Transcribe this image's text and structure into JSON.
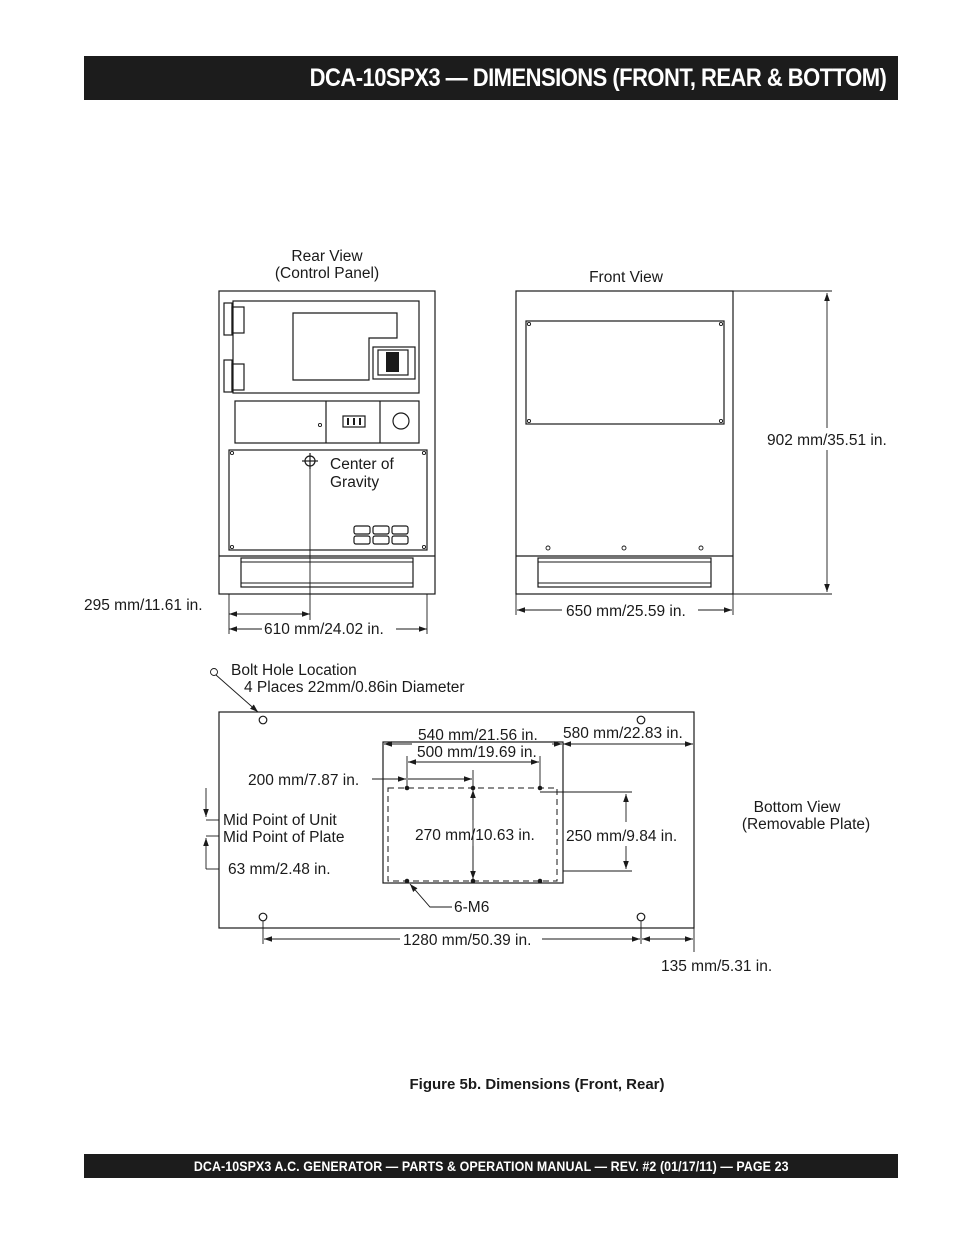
{
  "header": {
    "title": "DCA-10SPX3  — DIMENSIONS  (FRONT, REAR & BOTTOM)"
  },
  "rear_view": {
    "title_line1": "Rear View",
    "title_line2": "(Control Panel)",
    "cog_line1": "Center of",
    "cog_line2": "Gravity",
    "dim_cog": "295 mm/11.61 in.",
    "dim_width": "610 mm/24.02 in."
  },
  "front_view": {
    "title": "Front View",
    "dim_height": "902 mm/35.51 in.",
    "dim_width": "650 mm/25.59 in."
  },
  "bottom_view": {
    "title_line1": "Bottom View",
    "title_line2": "(Removable Plate)",
    "bolt_line1": "Bolt Hole Location",
    "bolt_line2": "4 Places 22mm/0.86in Diameter",
    "dim_540": "540 mm/21.56 in.",
    "dim_580": "580 mm/22.83 in.",
    "dim_500": "500 mm/19.69 in.",
    "dim_200": "200 mm/7.87 in.",
    "mid_unit": "Mid Point of Unit",
    "mid_plate": "Mid Point of Plate",
    "dim_270": "270 mm/10.63 in.",
    "dim_250": "250 mm/9.84 in.",
    "dim_63": "63 mm/2.48 in.",
    "m6": "6-M6",
    "dim_1280": "1280 mm/50.39 in.",
    "dim_135": "135 mm/5.31 in."
  },
  "caption": "Figure 5b. Dimensions (Front, Rear)",
  "footer": {
    "text": "DCA-10SPX3   A.C. GENERATOR — PARTS & OPERATION MANUAL — REV. #2  (01/17/11) — PAGE 23"
  }
}
